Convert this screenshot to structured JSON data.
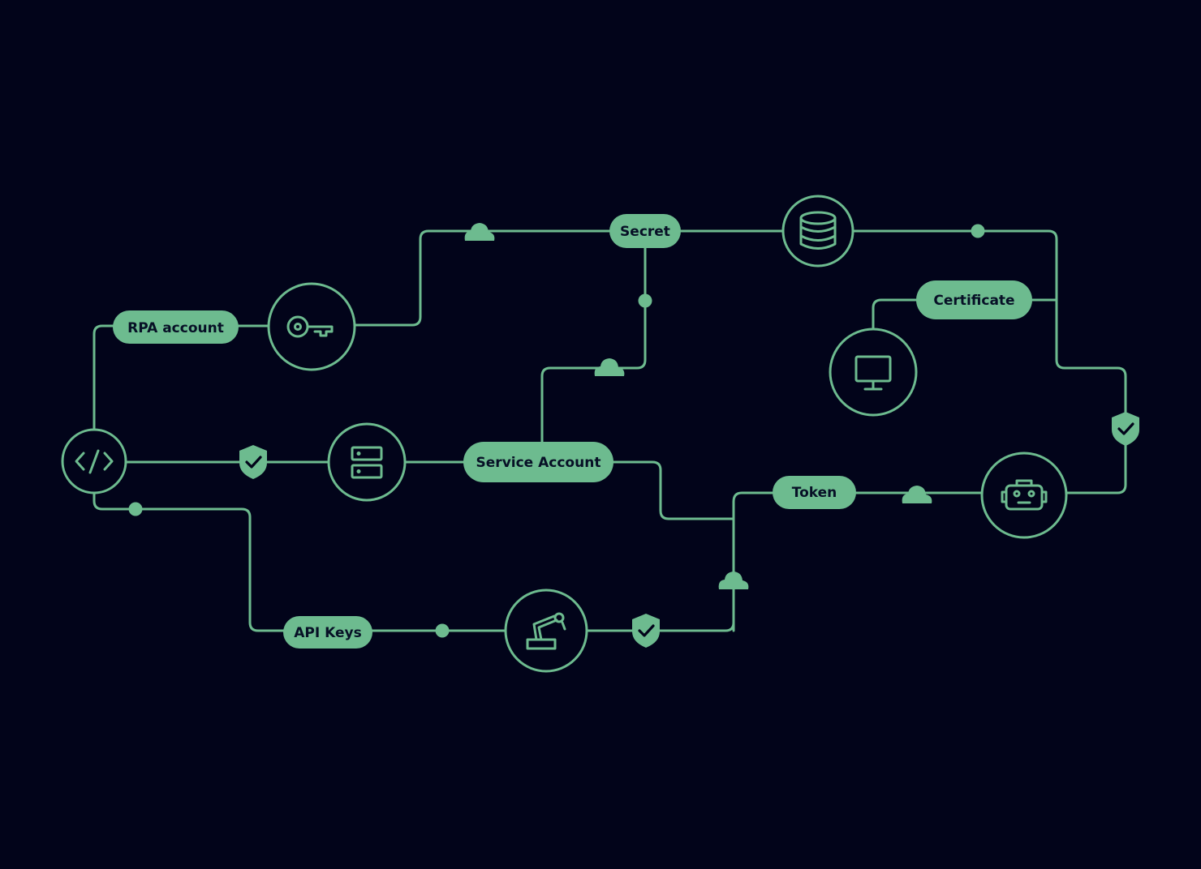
{
  "colors": {
    "background": "#02041a",
    "accent": "#6dbb8f",
    "label_text": "#071026"
  },
  "labels": {
    "rpa_account": "RPA account",
    "secret": "Secret",
    "certificate": "Certificate",
    "service_account": "Service Account",
    "token": "Token",
    "api_keys": "API Keys"
  },
  "icons": {
    "code": "code-icon",
    "key": "key-icon",
    "server": "server-icon",
    "database": "database-icon",
    "monitor": "monitor-icon",
    "robot": "robot-icon",
    "robot_arm": "robot-arm-icon",
    "shield": "shield-check-icon",
    "cloud": "cloud-icon"
  }
}
